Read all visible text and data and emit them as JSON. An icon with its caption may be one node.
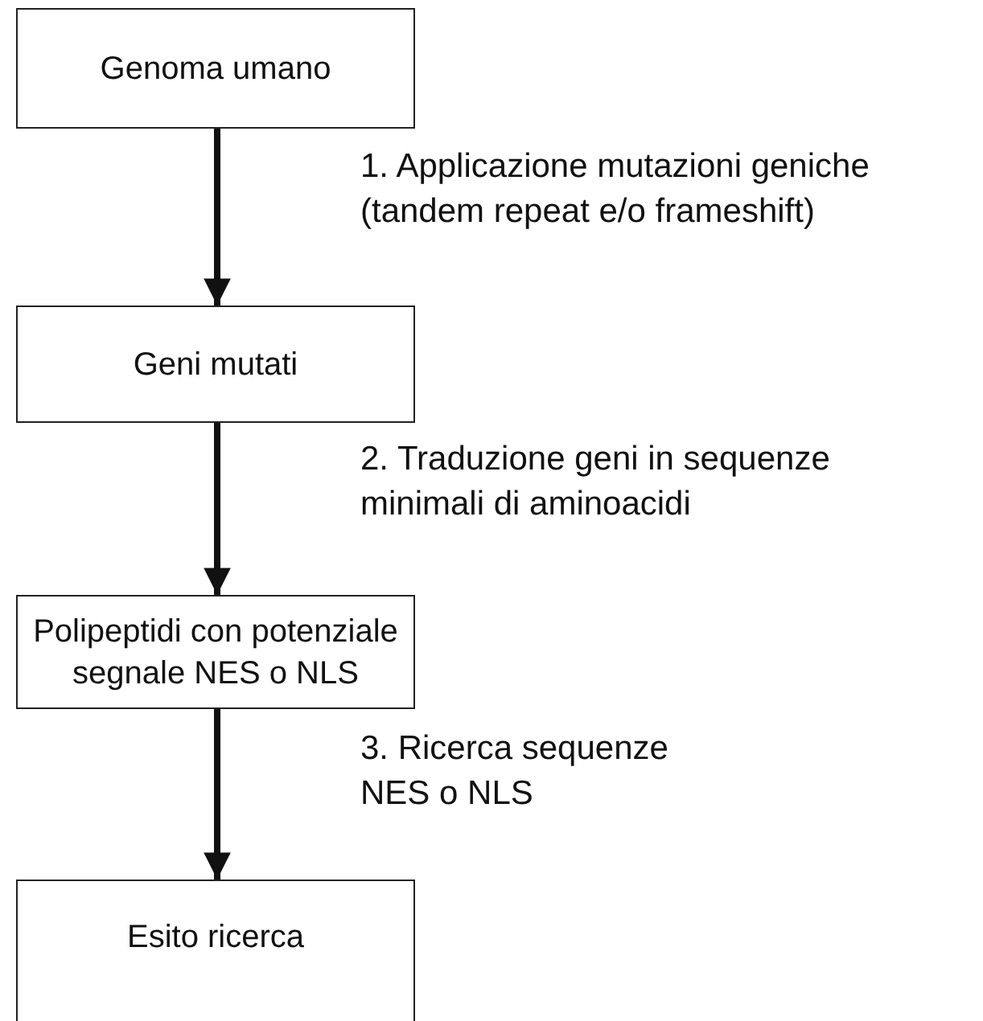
{
  "diagram": {
    "nodes": [
      {
        "text": [
          "Genoma umano"
        ]
      },
      {
        "text": [
          "Geni mutati"
        ]
      },
      {
        "text": [
          "Polipeptidi con potenziale segnale NES o NLS"
        ]
      },
      {
        "text": [
          "Esito ricerca"
        ]
      }
    ],
    "edges": [
      {
        "from": 0,
        "to": 1,
        "arrow": "to",
        "label": "1. Applicazione mutazioni geniche (tandem repeat e/o frameshift)"
      },
      {
        "from": 1,
        "to": 2,
        "arrow": "to",
        "label": "2. Traduzione geni in sequenze minimali di aminoacidi"
      },
      {
        "from": 2,
        "to": 3,
        "arrow": "to",
        "label": "3. Ricerca sequenze NES o NLS"
      }
    ]
  }
}
